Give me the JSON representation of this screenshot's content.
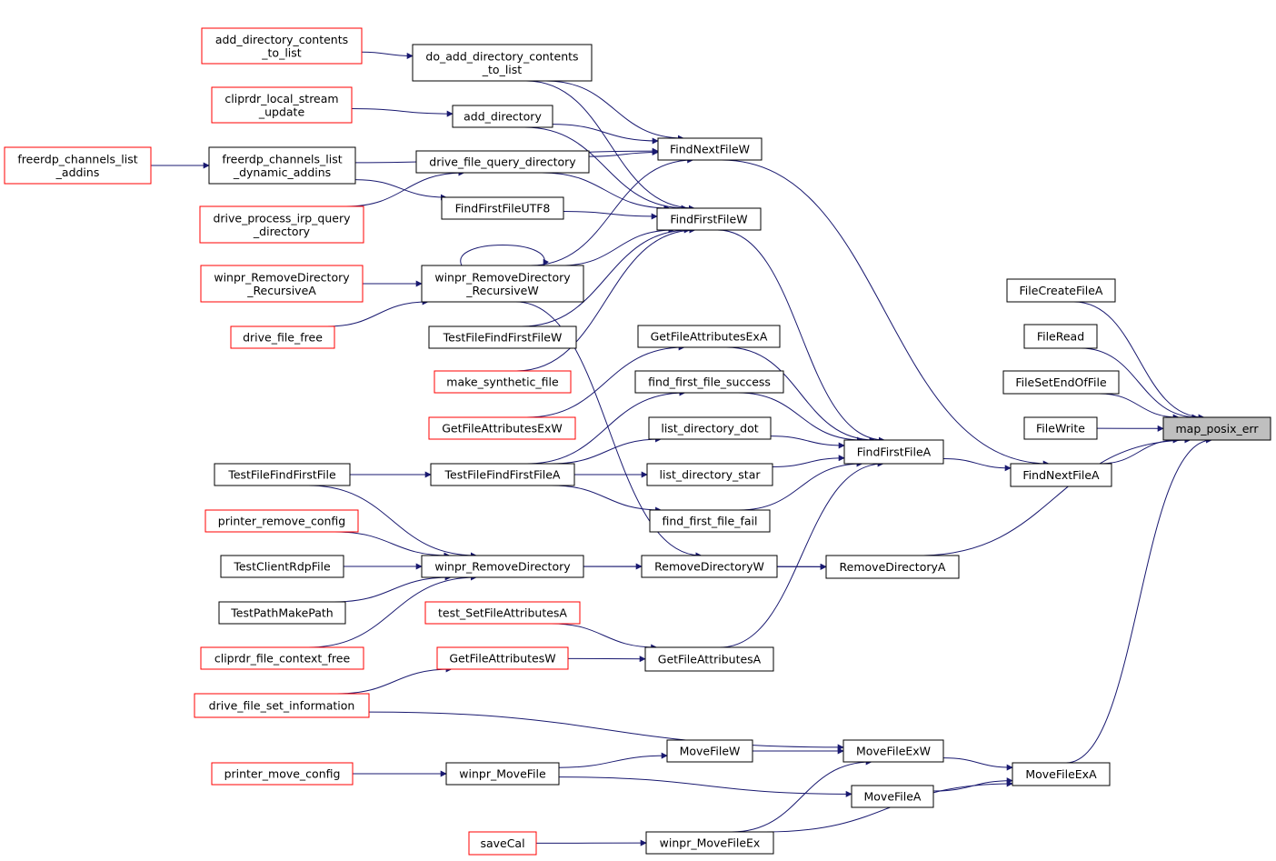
{
  "colors": {
    "edge": "#191970",
    "box_normal": "#000000",
    "box_truncated": "#ff0000",
    "box_focus_fill": "#bfbfbf",
    "box_fill": "#ffffff"
  },
  "nodes": {
    "add_directory_contents_to_list": {
      "lines": [
        "add_directory_contents",
        "_to_list"
      ],
      "style": "truncated"
    },
    "cliprdr_local_stream_update": {
      "lines": [
        "cliprdr_local_stream",
        "_update"
      ],
      "style": "truncated"
    },
    "freerdp_channels_list_addins": {
      "lines": [
        "freerdp_channels_list",
        "_addins"
      ],
      "style": "truncated"
    },
    "freerdp_channels_list_dynamic_addins": {
      "lines": [
        "freerdp_channels_list",
        "_dynamic_addins"
      ],
      "style": "normal"
    },
    "drive_process_irp_query_directory": {
      "lines": [
        "drive_process_irp_query",
        "_directory"
      ],
      "style": "truncated"
    },
    "winpr_RemoveDirectory_RecursiveA": {
      "lines": [
        "winpr_RemoveDirectory",
        "_RecursiveA"
      ],
      "style": "truncated"
    },
    "drive_file_free": {
      "lines": [
        "drive_file_free"
      ],
      "style": "truncated"
    },
    "do_add_directory_contents_to_list": {
      "lines": [
        "do_add_directory_contents",
        "_to_list"
      ],
      "style": "normal"
    },
    "add_directory": {
      "lines": [
        "add_directory"
      ],
      "style": "normal"
    },
    "drive_file_query_directory": {
      "lines": [
        "drive_file_query_directory"
      ],
      "style": "normal"
    },
    "FindFirstFileUTF8": {
      "lines": [
        "FindFirstFileUTF8"
      ],
      "style": "normal"
    },
    "winpr_RemoveDirectory_RecursiveW": {
      "lines": [
        "winpr_RemoveDirectory",
        "_RecursiveW"
      ],
      "style": "normal"
    },
    "TestFileFindFirstFileW": {
      "lines": [
        "TestFileFindFirstFileW"
      ],
      "style": "normal"
    },
    "make_synthetic_file": {
      "lines": [
        "make_synthetic_file"
      ],
      "style": "truncated"
    },
    "GetFileAttributesExW": {
      "lines": [
        "GetFileAttributesExW"
      ],
      "style": "truncated"
    },
    "TestFileFindFirstFile": {
      "lines": [
        "TestFileFindFirstFile"
      ],
      "style": "normal"
    },
    "TestFileFindFirstFileA": {
      "lines": [
        "TestFileFindFirstFileA"
      ],
      "style": "normal"
    },
    "printer_remove_config": {
      "lines": [
        "printer_remove_config"
      ],
      "style": "truncated"
    },
    "TestClientRdpFile": {
      "lines": [
        "TestClientRdpFile"
      ],
      "style": "normal"
    },
    "TestPathMakePath": {
      "lines": [
        "TestPathMakePath"
      ],
      "style": "normal"
    },
    "cliprdr_file_context_free": {
      "lines": [
        "cliprdr_file_context_free"
      ],
      "style": "truncated"
    },
    "winpr_RemoveDirectory": {
      "lines": [
        "winpr_RemoveDirectory"
      ],
      "style": "normal"
    },
    "test_SetFileAttributesA": {
      "lines": [
        "test_SetFileAttributesA"
      ],
      "style": "truncated"
    },
    "GetFileAttributesW": {
      "lines": [
        "GetFileAttributesW"
      ],
      "style": "truncated"
    },
    "drive_file_set_information": {
      "lines": [
        "drive_file_set_information"
      ],
      "style": "truncated"
    },
    "printer_move_config": {
      "lines": [
        "printer_move_config"
      ],
      "style": "truncated"
    },
    "winpr_MoveFile": {
      "lines": [
        "winpr_MoveFile"
      ],
      "style": "normal"
    },
    "saveCal": {
      "lines": [
        "saveCal"
      ],
      "style": "truncated"
    },
    "winpr_MoveFileEx": {
      "lines": [
        "winpr_MoveFileEx"
      ],
      "style": "normal"
    },
    "FindNextFileW": {
      "lines": [
        "FindNextFileW"
      ],
      "style": "normal"
    },
    "FindFirstFileW": {
      "lines": [
        "FindFirstFileW"
      ],
      "style": "normal"
    },
    "GetFileAttributesExA": {
      "lines": [
        "GetFileAttributesExA"
      ],
      "style": "normal"
    },
    "find_first_file_success": {
      "lines": [
        "find_first_file_success"
      ],
      "style": "normal"
    },
    "list_directory_dot": {
      "lines": [
        "list_directory_dot"
      ],
      "style": "normal"
    },
    "list_directory_star": {
      "lines": [
        "list_directory_star"
      ],
      "style": "normal"
    },
    "find_first_file_fail": {
      "lines": [
        "find_first_file_fail"
      ],
      "style": "normal"
    },
    "RemoveDirectoryW": {
      "lines": [
        "RemoveDirectoryW"
      ],
      "style": "normal"
    },
    "GetFileAttributesA": {
      "lines": [
        "GetFileAttributesA"
      ],
      "style": "normal"
    },
    "MoveFileW": {
      "lines": [
        "MoveFileW"
      ],
      "style": "normal"
    },
    "MoveFileA": {
      "lines": [
        "MoveFileA"
      ],
      "style": "normal"
    },
    "FindFirstFileA": {
      "lines": [
        "FindFirstFileA"
      ],
      "style": "normal"
    },
    "RemoveDirectoryA": {
      "lines": [
        "RemoveDirectoryA"
      ],
      "style": "normal"
    },
    "MoveFileExW": {
      "lines": [
        "MoveFileExW"
      ],
      "style": "normal"
    },
    "FileCreateFileA": {
      "lines": [
        "FileCreateFileA"
      ],
      "style": "normal"
    },
    "FileRead": {
      "lines": [
        "FileRead"
      ],
      "style": "normal"
    },
    "FileSetEndOfFile": {
      "lines": [
        "FileSetEndOfFile"
      ],
      "style": "normal"
    },
    "FileWrite": {
      "lines": [
        "FileWrite"
      ],
      "style": "normal"
    },
    "FindNextFileA": {
      "lines": [
        "FindNextFileA"
      ],
      "style": "normal"
    },
    "MoveFileExA": {
      "lines": [
        "MoveFileExA"
      ],
      "style": "normal"
    },
    "map_posix_err": {
      "lines": [
        "map_posix_err"
      ],
      "style": "focus"
    }
  },
  "edges": [
    [
      "freerdp_channels_list_addins",
      "freerdp_channels_list_dynamic_addins"
    ],
    [
      "add_directory_contents_to_list",
      "do_add_directory_contents_to_list"
    ],
    [
      "cliprdr_local_stream_update",
      "add_directory"
    ],
    [
      "freerdp_channels_list_dynamic_addins",
      "FindNextFileW"
    ],
    [
      "do_add_directory_contents_to_list",
      "FindNextFileW"
    ],
    [
      "add_directory",
      "FindNextFileW"
    ],
    [
      "drive_file_query_directory",
      "FindNextFileW"
    ],
    [
      "winpr_RemoveDirectory_RecursiveW",
      "FindNextFileW"
    ],
    [
      "drive_process_irp_query_directory",
      "drive_file_query_directory"
    ],
    [
      "freerdp_channels_list_dynamic_addins",
      "FindFirstFileUTF8"
    ],
    [
      "do_add_directory_contents_to_list",
      "FindFirstFileW"
    ],
    [
      "add_directory",
      "FindFirstFileW"
    ],
    [
      "drive_file_query_directory",
      "FindFirstFileW"
    ],
    [
      "FindFirstFileUTF8",
      "FindFirstFileW"
    ],
    [
      "winpr_RemoveDirectory_RecursiveW",
      "FindFirstFileW"
    ],
    [
      "TestFileFindFirstFileW",
      "FindFirstFileW"
    ],
    [
      "make_synthetic_file",
      "FindFirstFileW"
    ],
    [
      "winpr_RemoveDirectory_RecursiveA",
      "winpr_RemoveDirectory_RecursiveW"
    ],
    [
      "drive_file_free",
      "winpr_RemoveDirectory_RecursiveW"
    ],
    [
      "winpr_RemoveDirectory_RecursiveW",
      "winpr_RemoveDirectory_RecursiveW"
    ],
    [
      "winpr_RemoveDirectory_RecursiveW",
      "RemoveDirectoryW"
    ],
    [
      "GetFileAttributesExW",
      "GetFileAttributesExA"
    ],
    [
      "TestFileFindFirstFileA",
      "find_first_file_success"
    ],
    [
      "TestFileFindFirstFileA",
      "list_directory_dot"
    ],
    [
      "TestFileFindFirstFileA",
      "list_directory_star"
    ],
    [
      "TestFileFindFirstFileA",
      "find_first_file_fail"
    ],
    [
      "TestFileFindFirstFile",
      "TestFileFindFirstFileA"
    ],
    [
      "TestFileFindFirstFile",
      "winpr_RemoveDirectory"
    ],
    [
      "printer_remove_config",
      "winpr_RemoveDirectory"
    ],
    [
      "TestClientRdpFile",
      "winpr_RemoveDirectory"
    ],
    [
      "TestPathMakePath",
      "winpr_RemoveDirectory"
    ],
    [
      "cliprdr_file_context_free",
      "winpr_RemoveDirectory"
    ],
    [
      "winpr_RemoveDirectory",
      "RemoveDirectoryW"
    ],
    [
      "winpr_RemoveDirectory",
      "RemoveDirectoryA"
    ],
    [
      "RemoveDirectoryW",
      "RemoveDirectoryA"
    ],
    [
      "test_SetFileAttributesA",
      "GetFileAttributesA"
    ],
    [
      "GetFileAttributesW",
      "GetFileAttributesA"
    ],
    [
      "drive_file_set_information",
      "GetFileAttributesW"
    ],
    [
      "drive_file_set_information",
      "MoveFileExW"
    ],
    [
      "printer_move_config",
      "winpr_MoveFile"
    ],
    [
      "winpr_MoveFile",
      "MoveFileW"
    ],
    [
      "winpr_MoveFile",
      "MoveFileA"
    ],
    [
      "MoveFileW",
      "MoveFileExW"
    ],
    [
      "saveCal",
      "winpr_MoveFileEx"
    ],
    [
      "winpr_MoveFileEx",
      "MoveFileExW"
    ],
    [
      "winpr_MoveFileEx",
      "MoveFileExA"
    ],
    [
      "MoveFileExW",
      "MoveFileExA"
    ],
    [
      "MoveFileA",
      "MoveFileExA"
    ],
    [
      "FindFirstFileW",
      "FindFirstFileA"
    ],
    [
      "GetFileAttributesExA",
      "FindFirstFileA"
    ],
    [
      "find_first_file_success",
      "FindFirstFileA"
    ],
    [
      "list_directory_dot",
      "FindFirstFileA"
    ],
    [
      "list_directory_star",
      "FindFirstFileA"
    ],
    [
      "find_first_file_fail",
      "FindFirstFileA"
    ],
    [
      "GetFileAttributesA",
      "FindFirstFileA"
    ],
    [
      "FindNextFileW",
      "FindNextFileA"
    ],
    [
      "FindFirstFileA",
      "FindNextFileA"
    ],
    [
      "FileCreateFileA",
      "map_posix_err"
    ],
    [
      "FileRead",
      "map_posix_err"
    ],
    [
      "FileSetEndOfFile",
      "map_posix_err"
    ],
    [
      "FileWrite",
      "map_posix_err"
    ],
    [
      "FindNextFileA",
      "map_posix_err"
    ],
    [
      "RemoveDirectoryA",
      "map_posix_err"
    ],
    [
      "MoveFileExA",
      "map_posix_err"
    ]
  ]
}
